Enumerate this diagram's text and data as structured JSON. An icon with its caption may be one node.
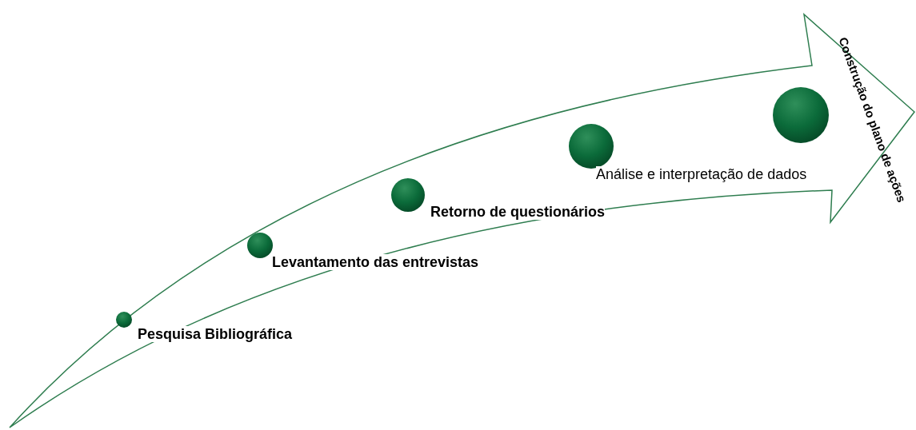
{
  "diagram": {
    "nodes": [
      {
        "text": [],
        "shape": "circle",
        "beside": [
          "Pesquisa Bibliográfica"
        ]
      },
      {
        "text": [],
        "shape": "circle",
        "beside": [
          "Levantamento das entrevistas"
        ]
      },
      {
        "text": [],
        "shape": "circle",
        "beside": [
          "Retorno de questionários"
        ]
      },
      {
        "text": [],
        "shape": "circle",
        "beside": [
          "Análise e interpretação de dados"
        ]
      },
      {
        "text": [],
        "shape": "circle"
      }
    ],
    "labels": [
      "Construção do plano de ações"
    ]
  }
}
